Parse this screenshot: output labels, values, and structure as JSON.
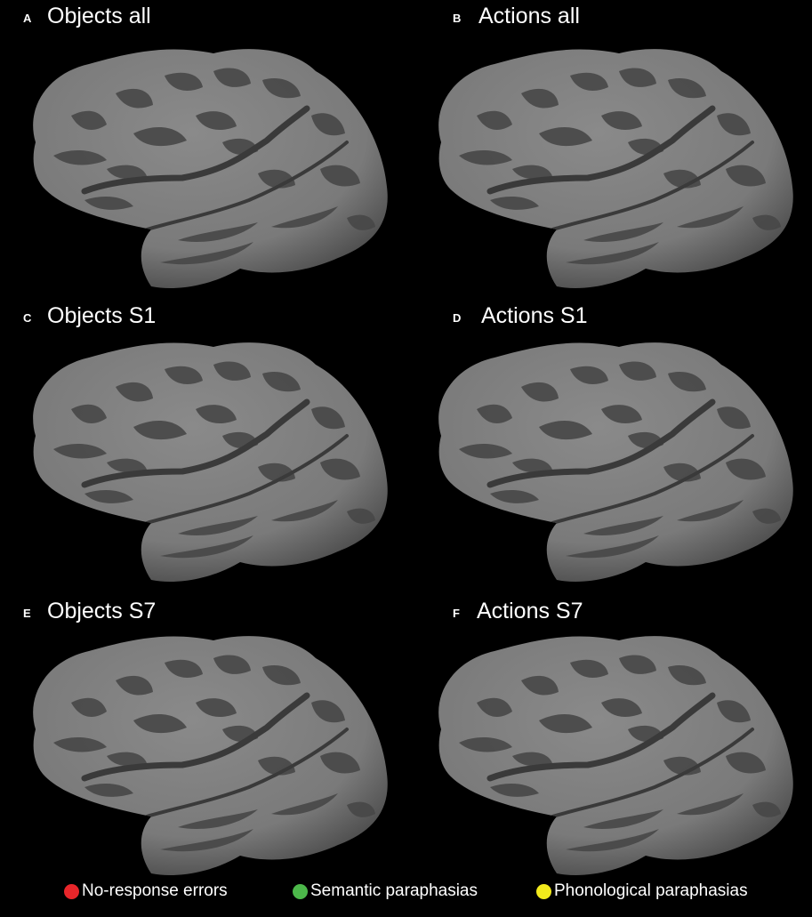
{
  "colors": {
    "no_response": "#e8262a",
    "semantic": "#4cb84a",
    "phonological": "#f2ea1c",
    "background": "#000000",
    "cortex_light": "#7a7a7a",
    "cortex_dark": "#474747"
  },
  "panels": [
    {
      "letter": "A",
      "title": "Objects all"
    },
    {
      "letter": "B",
      "title": "Actions all"
    },
    {
      "letter": "C",
      "title": "Objects S1"
    },
    {
      "letter": "D",
      "title": "Actions S1"
    },
    {
      "letter": "E",
      "title": "Objects S7"
    },
    {
      "letter": "F",
      "title": "Actions S7"
    }
  ],
  "legend": [
    {
      "label": "No-response errors",
      "type": "no_response"
    },
    {
      "label": "Semantic paraphasias",
      "type": "semantic"
    },
    {
      "label": "Phonological paraphasias",
      "type": "phonological"
    }
  ]
}
